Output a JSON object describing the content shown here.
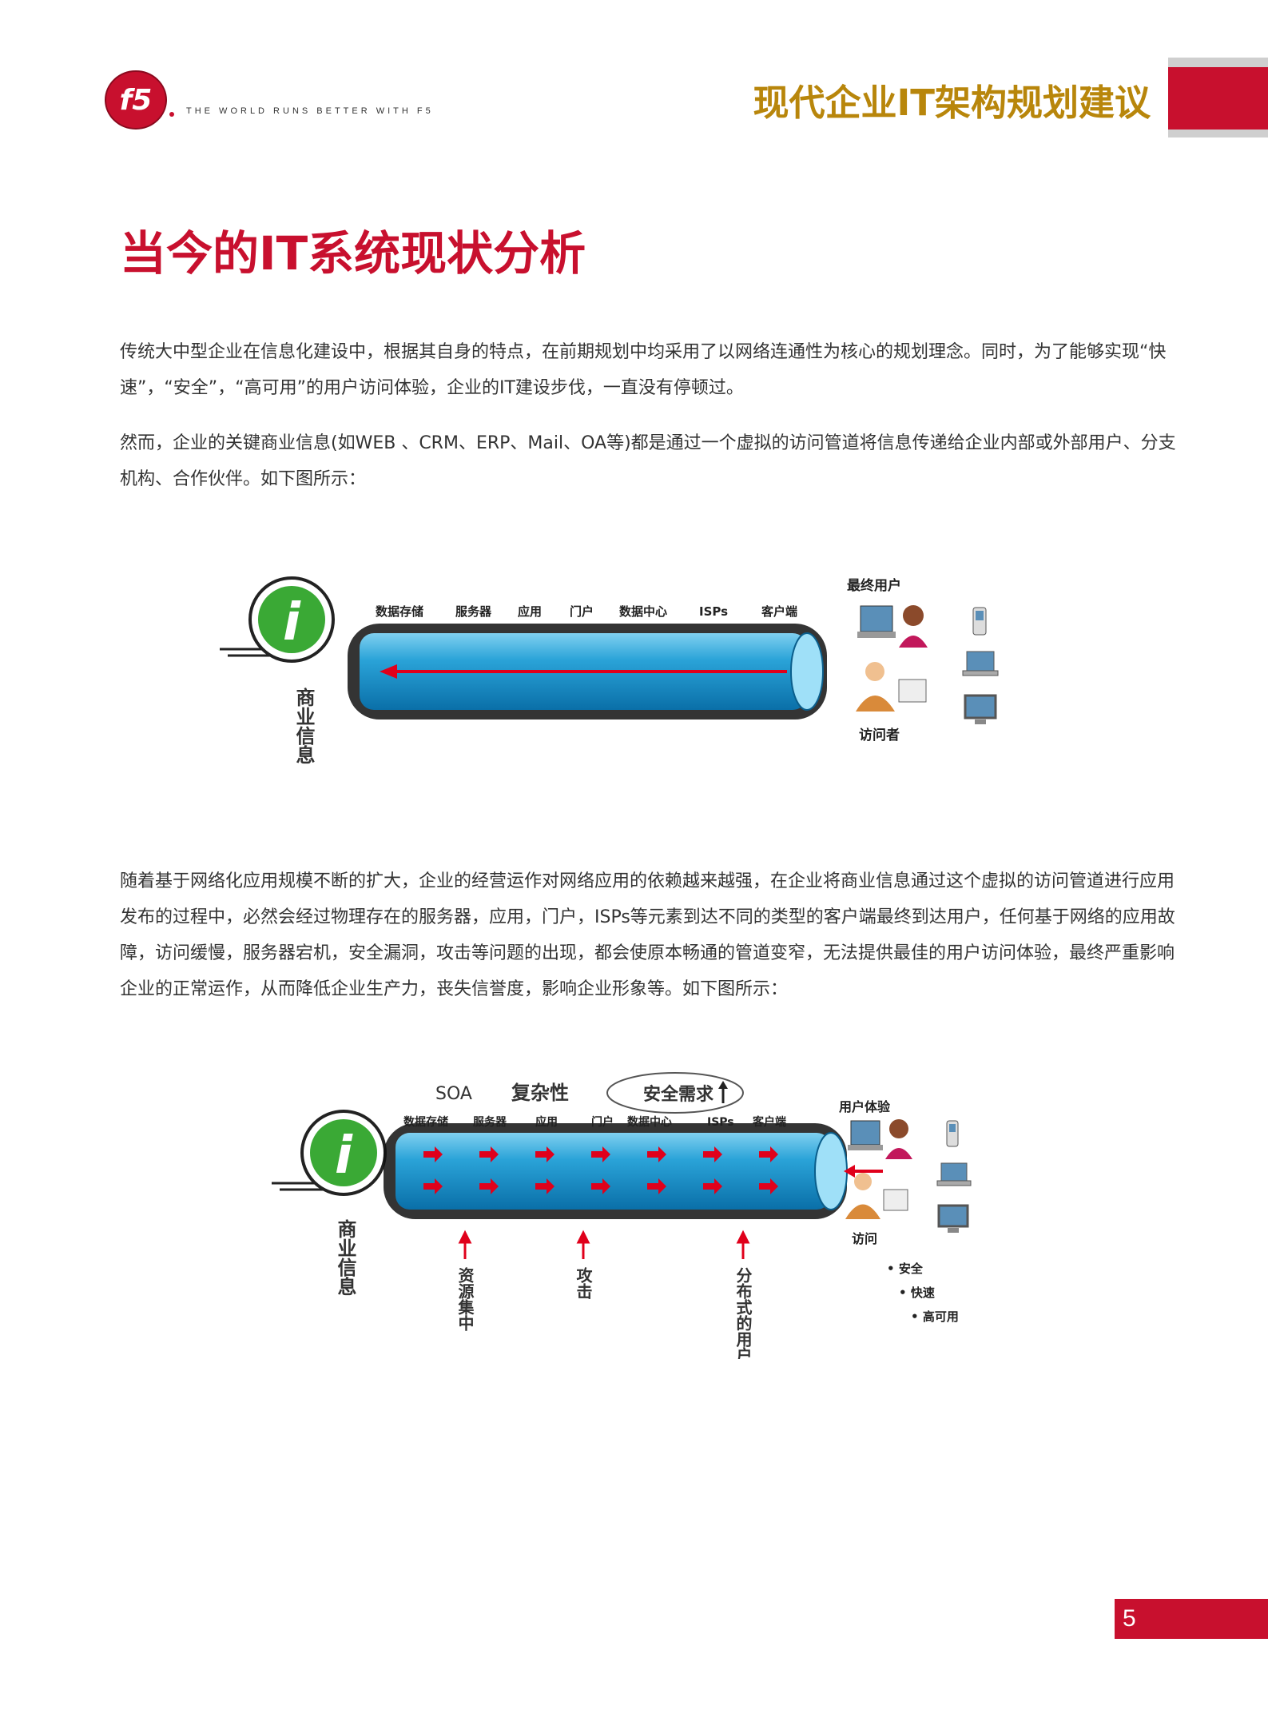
{
  "header": {
    "logo_text": "f5",
    "tagline": "THE WORLD RUNS BETTER WITH F5",
    "doc_title": "现代企业IT架构规划建议",
    "accent_color": "#c8102e",
    "title_color": "#b8860b"
  },
  "section_title": "当今的IT系统现状分析",
  "paragraphs": {
    "p1": "传统大中型企业在信息化建设中，根据其自身的特点，在前期规划中均采用了以网络连通性为核心的规划理念。同时，为了能够实现“快速”，“安全”，“高可用”的用户访问体验，企业的IT建设步伐，一直没有停顿过。",
    "p2": "然而，企业的关键商业信息(如WEB 、CRM、ERP、Mail、OA等)都是通过一个虚拟的访问管道将信息传递给企业内部或外部用户、分支机构、合作伙伴。如下图所示：",
    "p3": "随着基于网络化应用规模不断的扩大，企业的经营运作对网络应用的依赖越来越强，在企业将商业信息通过这个虚拟的访问管道进行应用发布的过程中，必然会经过物理存在的服务器，应用，门户，ISPs等元素到达不同的类型的客户端最终到达用户，任何基于网络的应用故障，访问缓慢，服务器宕机，安全漏洞，攻击等问题的出现，都会使原本畅通的管道变窄，无法提供最佳的用户访问体验，最终严重影响企业的正常运作，从而降低企业生产力，丧失信誉度，影响企业形象等。如下图所示："
  },
  "figure1": {
    "info_icon": "info-icon",
    "pipe_labels": [
      "数据存储",
      "服务器",
      "应用",
      "门户",
      "数据中心",
      "ISPs",
      "客户端"
    ],
    "business_info_label": "商业信息",
    "end_user_label": "最终用户",
    "visitor_label": "访问者"
  },
  "figure2": {
    "soa_label": "SOA",
    "complexity_label": "复杂性",
    "security_demand_label": "安全需求",
    "pipe_labels": [
      "数据存储",
      "服务器",
      "应用",
      "门户",
      "数据中心",
      "ISPs",
      "客户端"
    ],
    "business_info_label": "商业信息",
    "user_experience_label": "用户体验",
    "visitor_label": "访问",
    "arrow_labels": [
      "资源集中",
      "攻击",
      "分布式的用户"
    ],
    "bullets": [
      "安全",
      "快速",
      "高可用"
    ]
  },
  "page_number": "5"
}
